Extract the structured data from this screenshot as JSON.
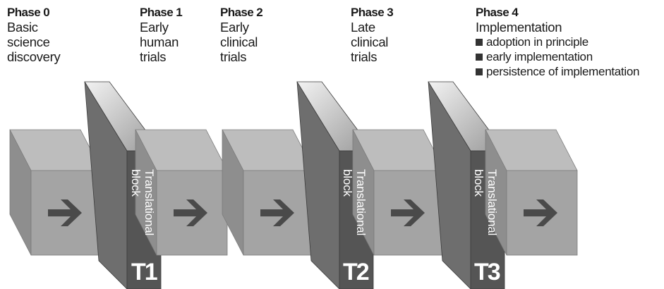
{
  "phases": [
    {
      "title": "Phase 0",
      "lines": [
        "Basic",
        "science",
        "discovery"
      ]
    },
    {
      "title": "Phase 1",
      "lines": [
        "Early",
        "human",
        "trials"
      ]
    },
    {
      "title": "Phase 2",
      "lines": [
        "Early",
        "clinical",
        "trials"
      ]
    },
    {
      "title": "Phase 3",
      "lines": [
        "Late",
        "clinical",
        "trials"
      ]
    },
    {
      "title": "Phase 4",
      "lines": [
        "Implementation"
      ],
      "bullets": [
        "adoption in principle",
        "early implementation",
        "persistence of implementation"
      ]
    }
  ],
  "blocks": [
    {
      "label_line1": "Translational",
      "label_line2": "block",
      "code": "T1"
    },
    {
      "label_line1": "Translational",
      "label_line2": "block",
      "code": "T2"
    },
    {
      "label_line1": "Translational",
      "label_line2": "block",
      "code": "T3"
    }
  ],
  "icons": {
    "stage_arrow": "right-arrow-icon"
  },
  "colors": {
    "cube_front": "#a4a4a4",
    "cube_top": "#bdbdbd",
    "cube_side": "#8e8e8e",
    "wall_front": "#555555",
    "wall_side": "#6e6e6e",
    "arrow": "#4a4a4a",
    "text": "#1a1a1a"
  }
}
